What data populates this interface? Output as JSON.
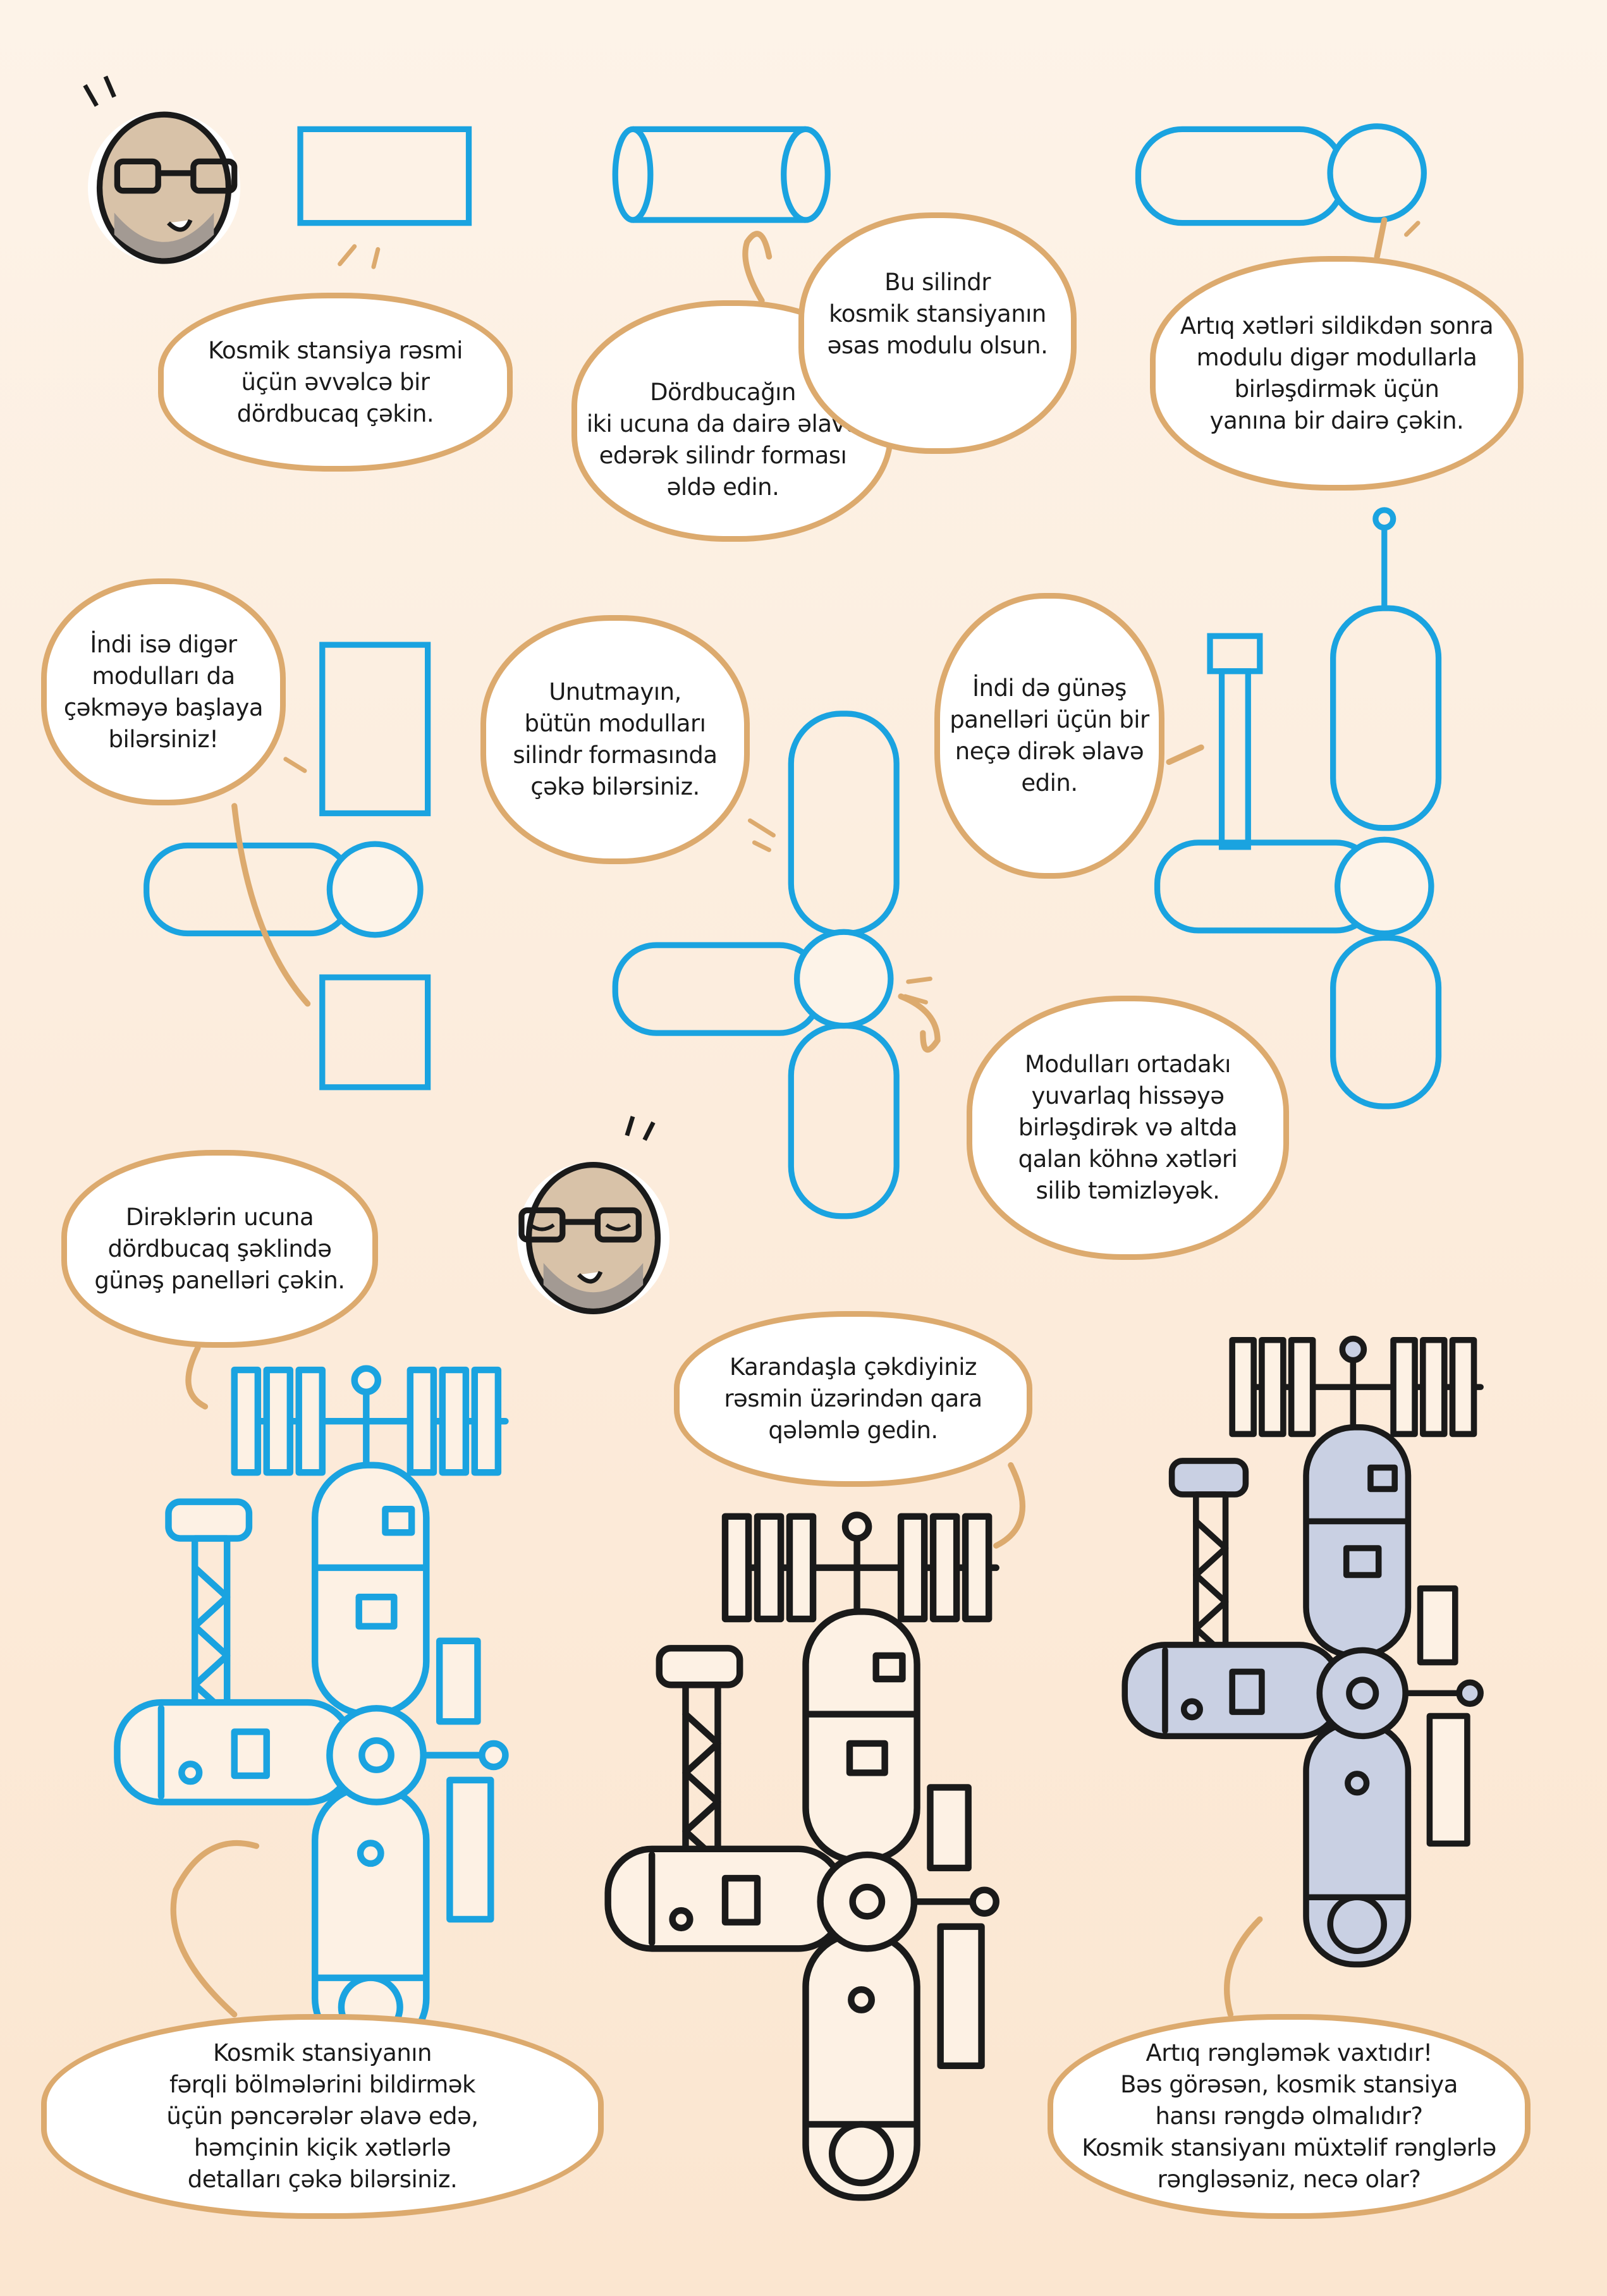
{
  "colors": {
    "sketch_blue": "#1aa3e0",
    "bubble_border": "#dcaa6e",
    "ink": "#1a1a1a",
    "module_fill": "#c9d0e3",
    "panel_fill": "#7cc4ec",
    "accent_orange": "#f39a1e"
  },
  "steps": [
    {
      "text": "Kosmik stansiya rəsmi\nüçün  əvvəlcə bir\ndördbucaq çəkin."
    },
    {
      "text": "Bu silindr\nkosmik stansiyanın\nəsas modulu olsun."
    },
    {
      "text": "Dördbucağın\niki ucuna da dairə əlavə\nedərək silindr forması\nəldə edin."
    },
    {
      "text": "Artıq xətləri sildikdən sonra\nmodulu digər modullarla\nbirləşdirmək üçün\nyanına bir dairə çəkin."
    },
    {
      "text": "İndi isə digər\nmodulları da\nçəkməyə başlaya\nbilərsiniz!"
    },
    {
      "text": "Unutmayın,\nbütün modulları\nsilindr formasında\nçəkə bilərsiniz."
    },
    {
      "text": "İndi də günəş\npanelləri üçün bir\nneçə dirək əlavə\nedin."
    },
    {
      "text": "Modulları ortadakı\nyuvarlaq hissəyə\nbirləşdirək və altda\nqalan köhnə xətləri\nsilib təmizləyək."
    },
    {
      "text": "Dirəklərin ucuna\ndördbucaq şəklində\ngünəş panelləri çəkin."
    },
    {
      "text": "Karandaşla çəkdiyiniz\nrəsmin üzərindən qara\nqələmlə gedin."
    },
    {
      "text": "Kosmik stansiyanın\nfərqli bölmələrini bildirmək\nüçün pəncərələr əlavə edə,\nhəmçinin kiçik xətlərlə\ndetalları çəkə bilərsiniz."
    },
    {
      "text": "Artıq rəngləmək vaxtıdır!\nBəs görəsən, kosmik stansiya\nhansı rəngdə olmalıdır?\nKosmik stansiyanı müxtəlif rənglərlə\nrəngləsəniz, necə olar?"
    }
  ]
}
